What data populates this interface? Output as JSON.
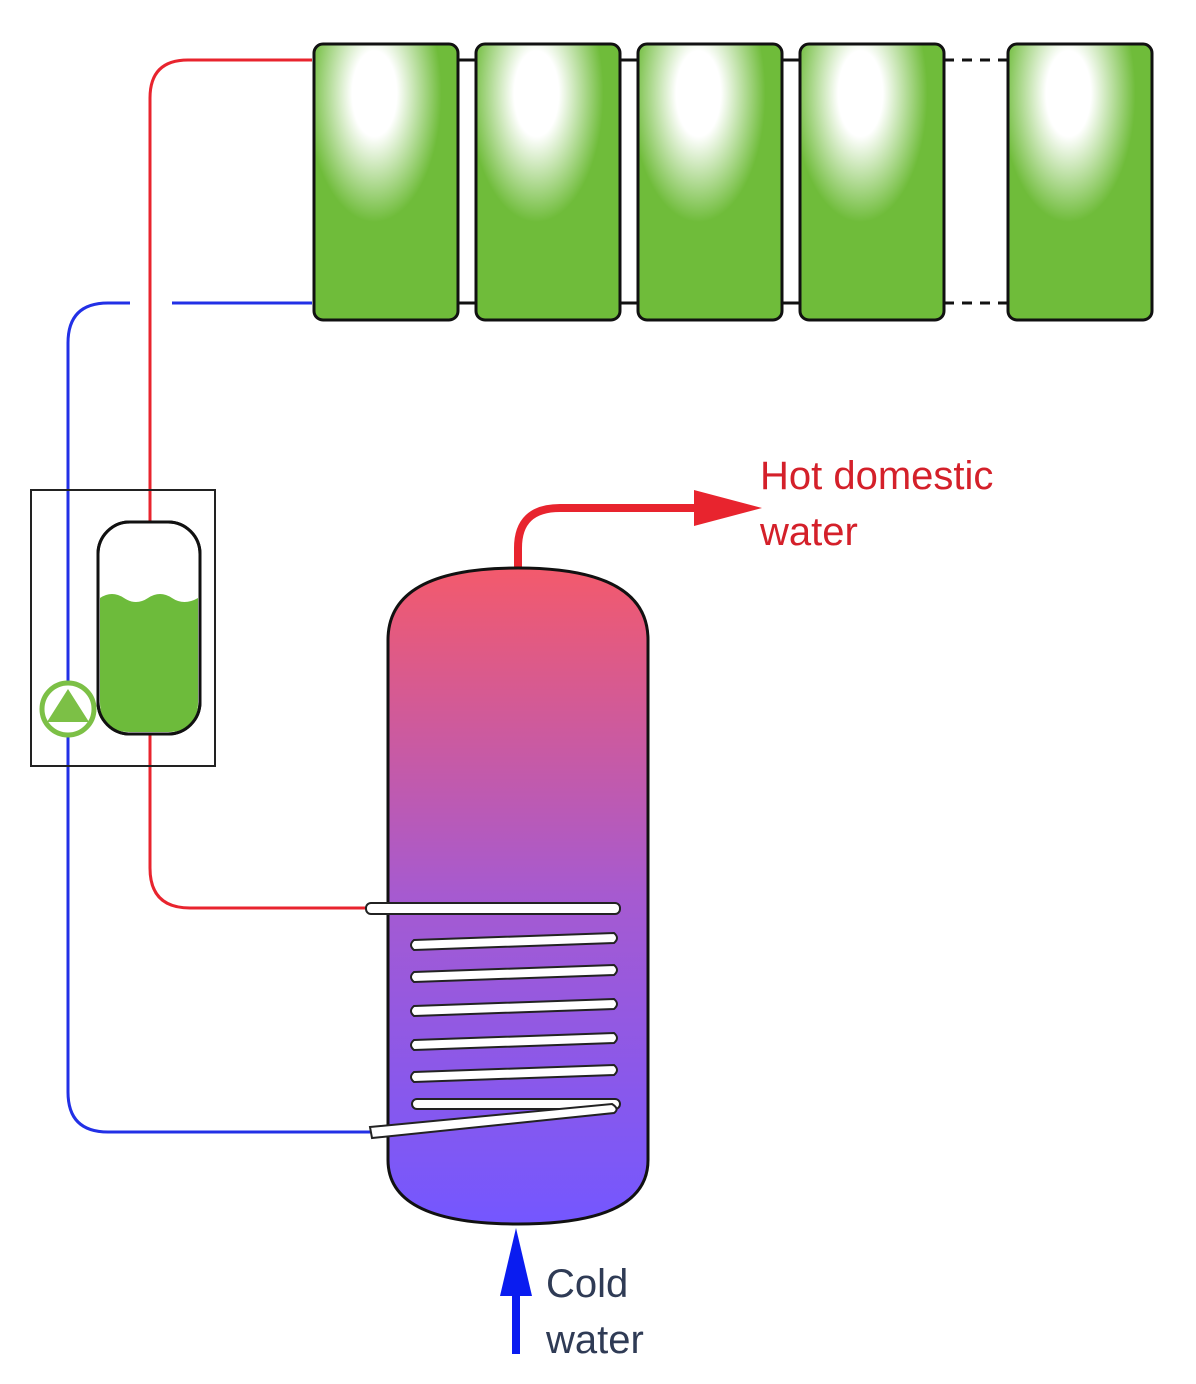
{
  "labels": {
    "hot_line1": "Hot domestic",
    "hot_line2": "water",
    "cold_line1": "Cold",
    "cold_line2": "water"
  },
  "colors": {
    "hot_pipe": "#e8242e",
    "cold_pipe": "#2230e6",
    "hot_label": "#d4202a",
    "cold_label": "#2f3b55",
    "collector_green": "#6dbb3b",
    "tank_top": "#f2576e",
    "tank_bottom": "#7657ff",
    "pump_green": "#7cc046",
    "cold_arrow": "#0a1cf0"
  },
  "icons": {
    "pump": "pump-icon",
    "hot_arrow": "arrow-right-icon",
    "cold_arrow": "arrow-up-icon"
  }
}
